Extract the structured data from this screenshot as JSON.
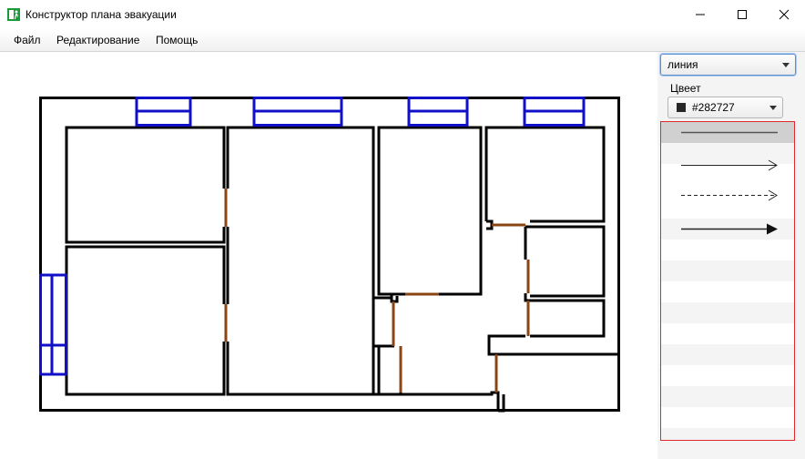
{
  "window": {
    "title": "Конструктор плана эвакуации",
    "minimize_icon": "minimize-icon",
    "maximize_icon": "maximize-icon",
    "close_icon": "close-icon"
  },
  "menu": {
    "items": [
      "Файл",
      "Редактирование",
      "Помощь"
    ]
  },
  "tool_select": {
    "value": "линия"
  },
  "color": {
    "label": "Цвеет",
    "value": "#282727"
  },
  "line_styles": [
    "solid-line",
    "arrow-line",
    "dashed-arrow-line",
    "filled-arrow-line"
  ],
  "selected_line_style": 0,
  "plan_colors": {
    "wall": "#000000",
    "window": "#1010c8",
    "door": "#8b4513"
  },
  "colors": {
    "accent_border": "#5a8fd0",
    "list_border": "#e0282d",
    "selected_row": "#d0d0d0"
  }
}
